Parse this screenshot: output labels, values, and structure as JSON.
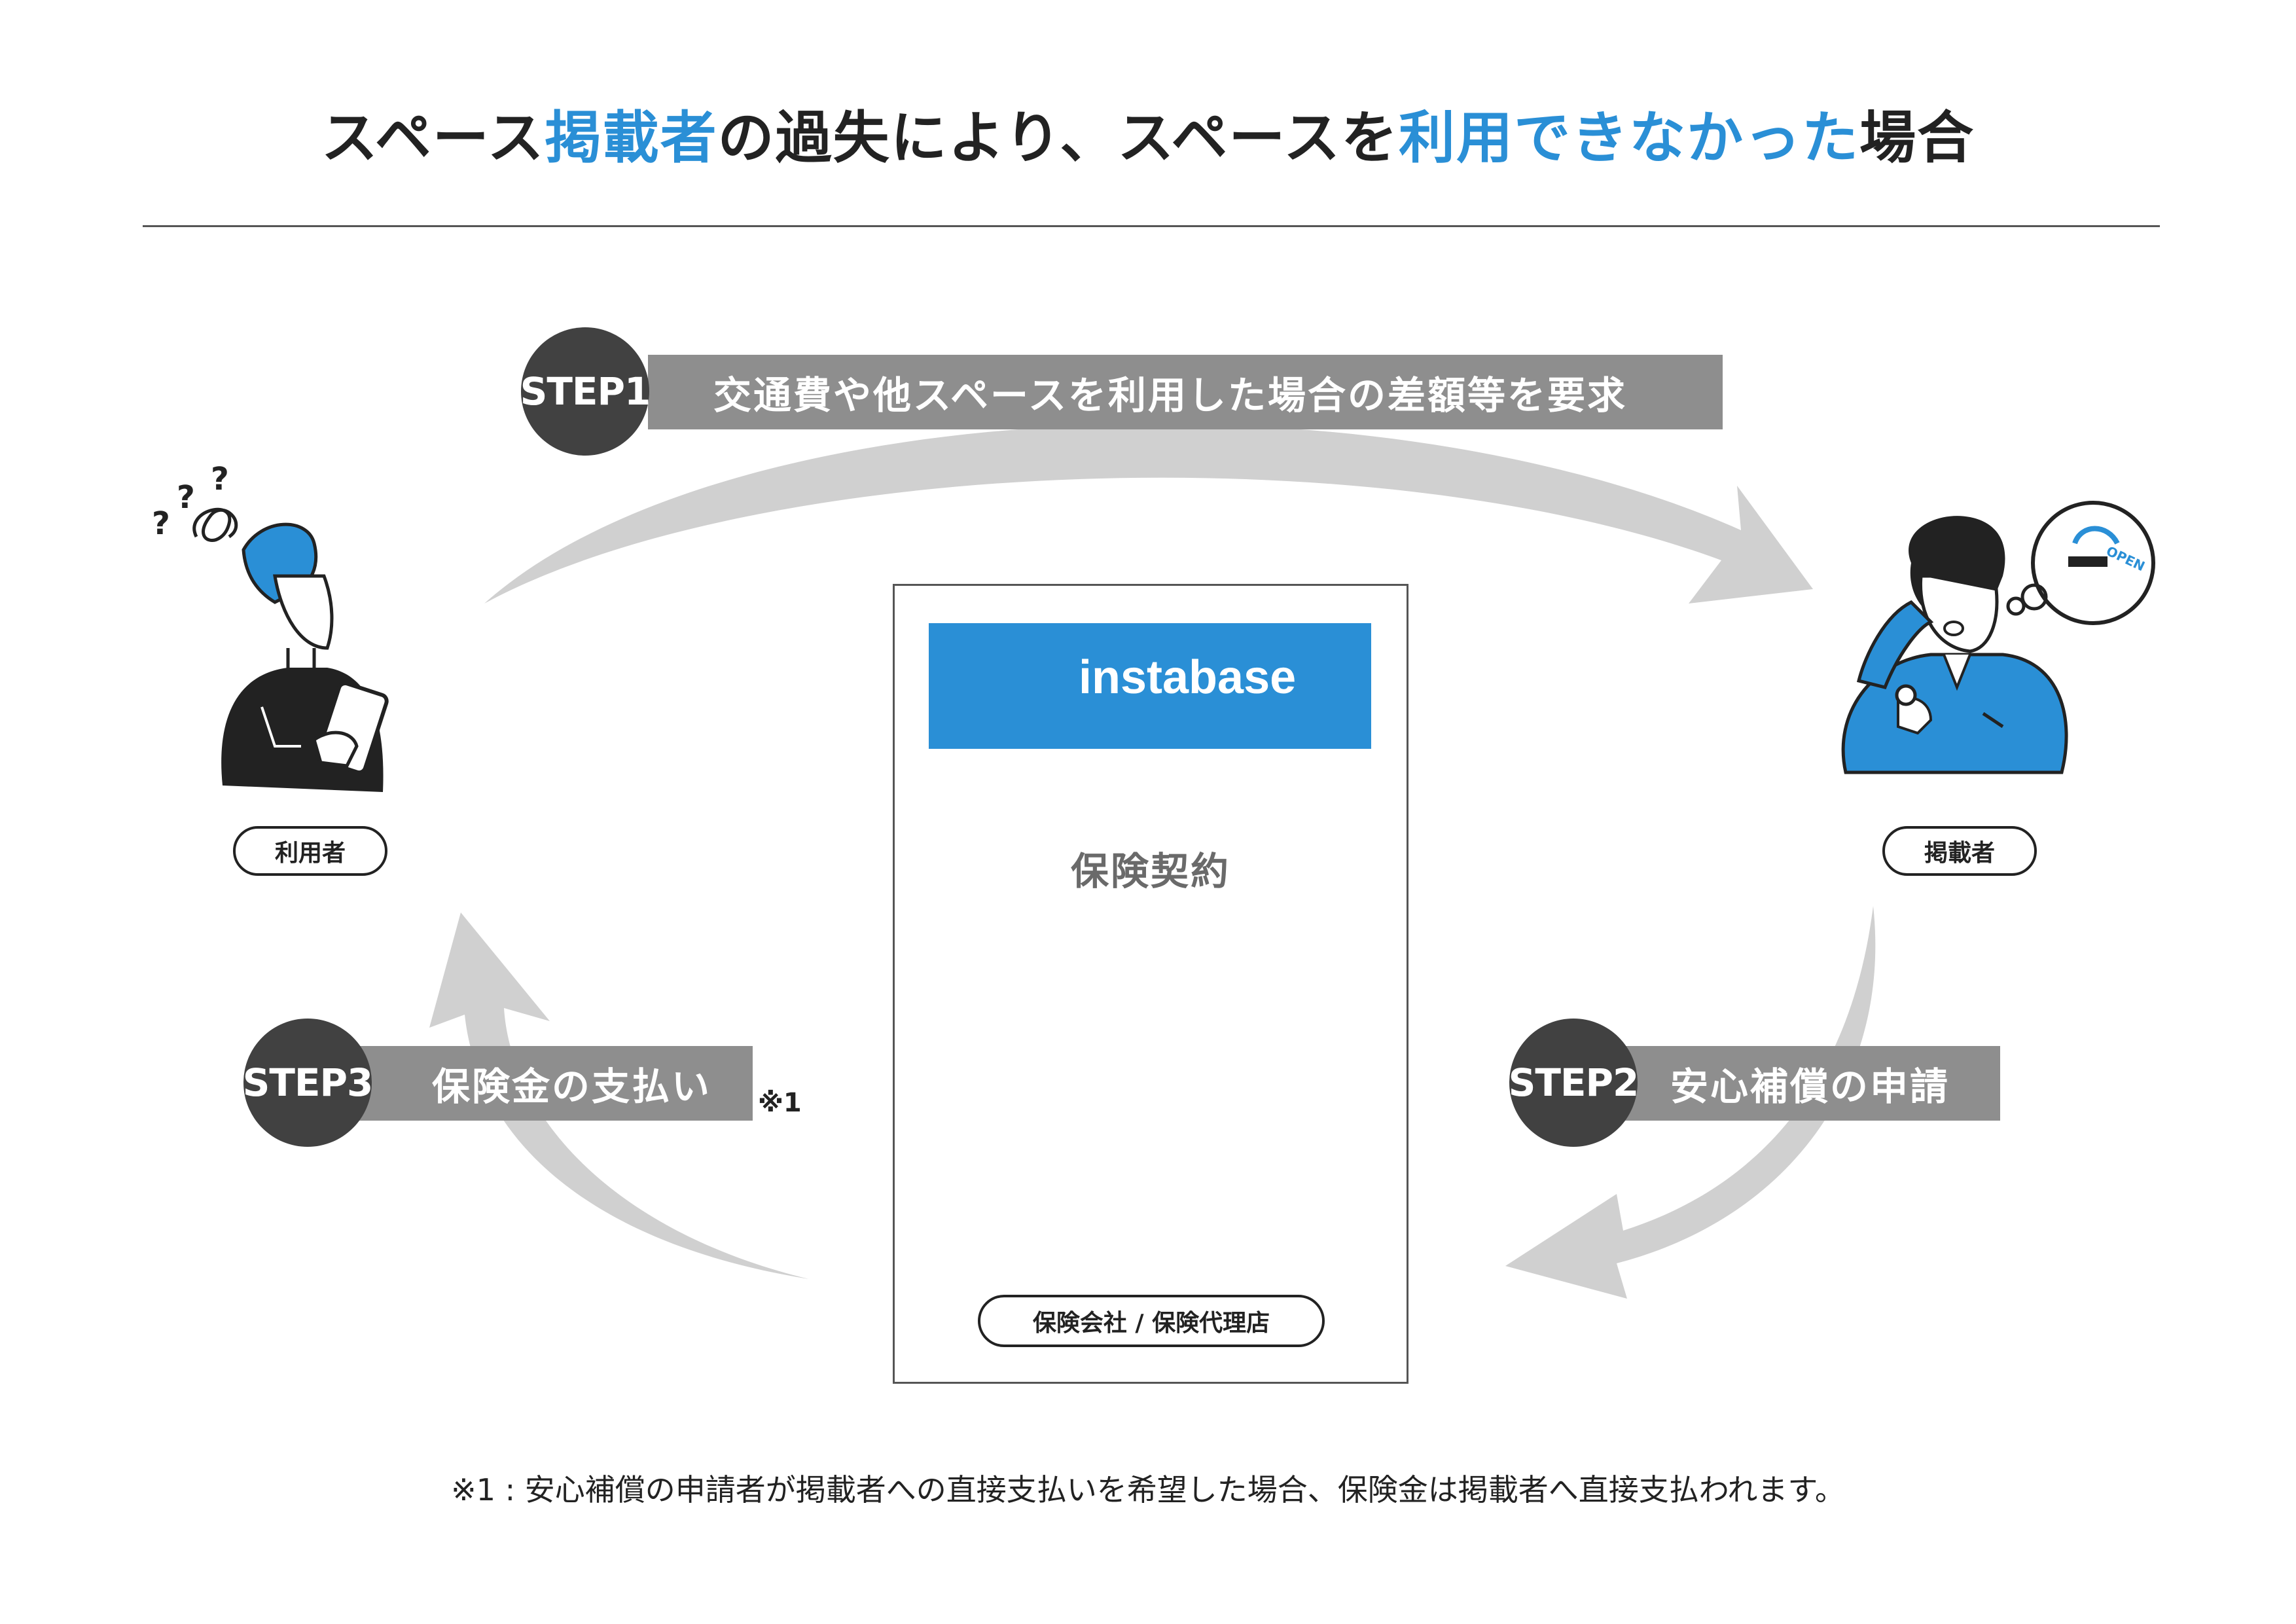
{
  "title": {
    "parts": [
      {
        "text": "スペース",
        "highlight": false
      },
      {
        "text": "掲載者",
        "highlight": true
      },
      {
        "text": "の過失により、スペースを",
        "highlight": false
      },
      {
        "text": "利用できなかった",
        "highlight": true
      },
      {
        "text": "場合",
        "highlight": false
      }
    ]
  },
  "colors": {
    "accent": "#2a8fd6",
    "step_circle": "#414141",
    "step_band": "#8e8e8e",
    "arrow": "#d0d0d0"
  },
  "steps": [
    {
      "number": "STEP1",
      "label": "交通費や他スペースを利用した場合の差額等を要求"
    },
    {
      "number": "STEP2",
      "label": "安心補償の申請"
    },
    {
      "number": "STEP3",
      "label": "保険金の支払い"
    }
  ],
  "step3_note": "※1",
  "actors": {
    "user": "利用者",
    "host": "掲載者",
    "insurer": "保険会社 / 保険代理店"
  },
  "brand": {
    "logo_text": "instabase",
    "logo_icon": "house-outline-icon"
  },
  "contract_label": "保険契約",
  "footnote": "※1 : 安心補償の申請者が掲載者への直接支払いを希望した場合、保険金は掲載者へ直接支払われます。"
}
